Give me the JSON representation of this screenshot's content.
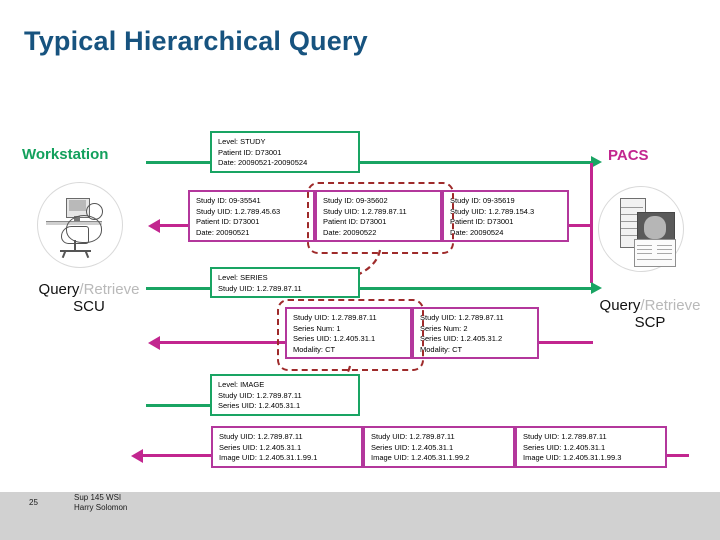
{
  "slide": {
    "title": "Typical Hierarchical Query",
    "footer": {
      "page_number": "25",
      "line1": "Sup 145 WSI",
      "line2": "Harry Solomon"
    }
  },
  "colors": {
    "title": "#17537f",
    "query_green": "#19a463",
    "response_magenta": "#c2268f",
    "response_box_border": "#b3379c",
    "highlight_red": "#9e2a2a",
    "workstation_label": "#12a05c",
    "pacs_label": "#c2268f",
    "footer_band": "#d1d1d1"
  },
  "endpoints": {
    "left": {
      "label": "Workstation",
      "role_primary": "Query",
      "role_secondary": "/Retrieve",
      "role_suffix": "SCU",
      "icon": "workstation-user-icon"
    },
    "right": {
      "label": "PACS",
      "role_primary": "Query",
      "role_secondary": "/Retrieve",
      "role_suffix": "SCP",
      "icon": "pacs-archive-icon"
    }
  },
  "queries": {
    "study": {
      "name": "study-level-query",
      "lines": [
        "Level: STUDY",
        "Patient ID: D73001",
        "Date: 20090521-20090524"
      ]
    },
    "series": {
      "name": "series-level-query",
      "lines": [
        "Level: SERIES",
        "Study UID: 1.2.789.87.11"
      ]
    },
    "image": {
      "name": "image-level-query",
      "lines": [
        "Level: IMAGE",
        "Study UID: 1.2.789.87.11",
        "Series UID: 1.2.405.31.1"
      ]
    }
  },
  "responses": {
    "studies": [
      {
        "lines": [
          "Study ID: 09-35541",
          "Study UID: 1.2.789.45.63",
          "Patient ID: D73001",
          "Date: 20090521"
        ]
      },
      {
        "lines": [
          "Study ID: 09-35602",
          "Study UID: 1.2.789.87.11",
          "Patient ID: D73001",
          "Date: 20090522"
        ]
      },
      {
        "lines": [
          "Study ID: 09-35619",
          "Study UID: 1.2.789.154.3",
          "Patient ID: D73001",
          "Date: 20090524"
        ]
      }
    ],
    "series": [
      {
        "lines": [
          "Study UID: 1.2.789.87.11",
          "Series Num: 1",
          "Series UID: 1.2.405.31.1",
          "Modality: CT"
        ]
      },
      {
        "lines": [
          "Study UID: 1.2.789.87.11",
          "Series Num: 2",
          "Series UID: 1.2.405.31.2",
          "Modality: CT"
        ]
      }
    ],
    "images": [
      {
        "lines": [
          "Study UID: 1.2.789.87.11",
          "Series UID: 1.2.405.31.1",
          "Image UID: 1.2.405.31.1.99.1"
        ]
      },
      {
        "lines": [
          "Study UID: 1.2.789.87.11",
          "Series UID: 1.2.405.31.1",
          "Image UID: 1.2.405.31.1.99.2"
        ]
      },
      {
        "lines": [
          "Study UID: 1.2.789.87.11",
          "Series UID: 1.2.405.31.1",
          "Image UID: 1.2.405.31.1.99.3"
        ]
      }
    ]
  }
}
